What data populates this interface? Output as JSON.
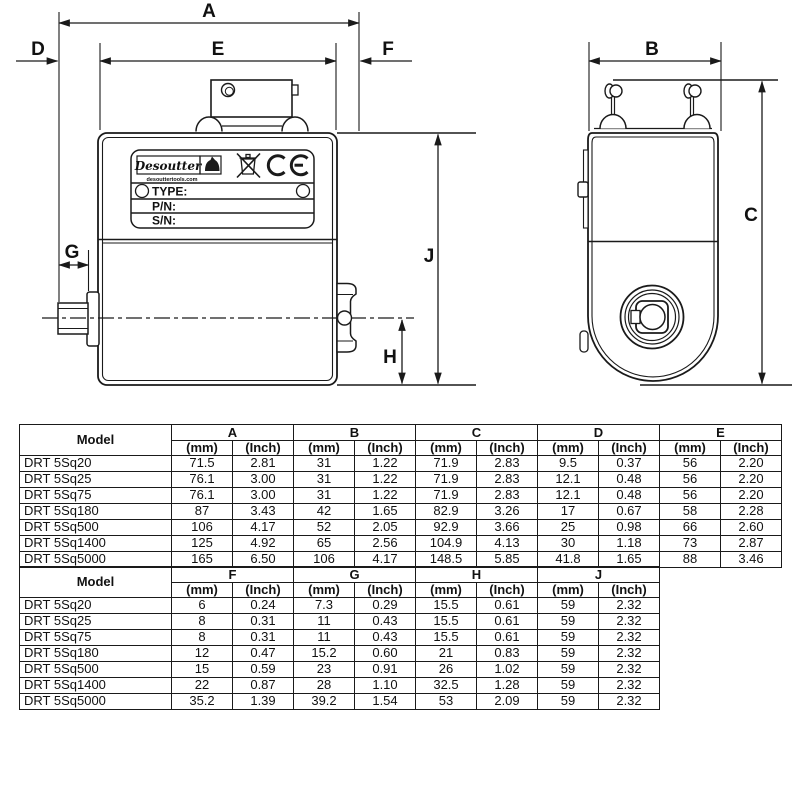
{
  "drawing": {
    "dim_labels": {
      "A": "A",
      "B": "B",
      "C": "C",
      "D": "D",
      "E": "E",
      "F": "F",
      "G": "G",
      "H": "H",
      "J": "J"
    },
    "nameplate": {
      "brand": "Desoutter",
      "website": "desouttertools.com",
      "type_label": "TYPE:",
      "pn_label": "P/N:",
      "sn_label": "S/N:",
      "icons": [
        "horse-head-logo",
        "weee-crossed-bin",
        "ce-mark"
      ]
    }
  },
  "tables": {
    "dimensions_1": {
      "model_header": "Model",
      "unit_labels": [
        "(mm)",
        "(Inch)"
      ],
      "dim_columns": [
        "A",
        "B",
        "C",
        "D",
        "E"
      ],
      "rows": [
        {
          "model": "DRT 5Sq20",
          "values": [
            "71.5",
            "2.81",
            "31",
            "1.22",
            "71.9",
            "2.83",
            "9.5",
            "0.37",
            "56",
            "2.20"
          ]
        },
        {
          "model": "DRT 5Sq25",
          "values": [
            "76.1",
            "3.00",
            "31",
            "1.22",
            "71.9",
            "2.83",
            "12.1",
            "0.48",
            "56",
            "2.20"
          ]
        },
        {
          "model": "DRT 5Sq75",
          "values": [
            "76.1",
            "3.00",
            "31",
            "1.22",
            "71.9",
            "2.83",
            "12.1",
            "0.48",
            "56",
            "2.20"
          ]
        },
        {
          "model": "DRT 5Sq180",
          "values": [
            "87",
            "3.43",
            "42",
            "1.65",
            "82.9",
            "3.26",
            "17",
            "0.67",
            "58",
            "2.28"
          ]
        },
        {
          "model": "DRT 5Sq500",
          "values": [
            "106",
            "4.17",
            "52",
            "2.05",
            "92.9",
            "3.66",
            "25",
            "0.98",
            "66",
            "2.60"
          ]
        },
        {
          "model": "DRT 5Sq1400",
          "values": [
            "125",
            "4.92",
            "65",
            "2.56",
            "104.9",
            "4.13",
            "30",
            "1.18",
            "73",
            "2.87"
          ]
        },
        {
          "model": "DRT 5Sq5000",
          "values": [
            "165",
            "6.50",
            "106",
            "4.17",
            "148.5",
            "5.85",
            "41.8",
            "1.65",
            "88",
            "3.46"
          ]
        }
      ]
    },
    "dimensions_2": {
      "model_header": "Model",
      "unit_labels": [
        "(mm)",
        "(Inch)"
      ],
      "dim_columns": [
        "F",
        "G",
        "H",
        "J"
      ],
      "rows": [
        {
          "model": "DRT 5Sq20",
          "values": [
            "6",
            "0.24",
            "7.3",
            "0.29",
            "15.5",
            "0.61",
            "59",
            "2.32"
          ]
        },
        {
          "model": "DRT 5Sq25",
          "values": [
            "8",
            "0.31",
            "11",
            "0.43",
            "15.5",
            "0.61",
            "59",
            "2.32"
          ]
        },
        {
          "model": "DRT 5Sq75",
          "values": [
            "8",
            "0.31",
            "11",
            "0.43",
            "15.5",
            "0.61",
            "59",
            "2.32"
          ]
        },
        {
          "model": "DRT 5Sq180",
          "values": [
            "12",
            "0.47",
            "15.2",
            "0.60",
            "21",
            "0.83",
            "59",
            "2.32"
          ]
        },
        {
          "model": "DRT 5Sq500",
          "values": [
            "15",
            "0.59",
            "23",
            "0.91",
            "26",
            "1.02",
            "59",
            "2.32"
          ]
        },
        {
          "model": "DRT 5Sq1400",
          "values": [
            "22",
            "0.87",
            "28",
            "1.10",
            "32.5",
            "1.28",
            "59",
            "2.32"
          ]
        },
        {
          "model": "DRT 5Sq5000",
          "values": [
            "35.2",
            "1.39",
            "39.2",
            "1.54",
            "53",
            "2.09",
            "59",
            "2.32"
          ]
        }
      ]
    }
  },
  "colors": {
    "ink": "#1a1a1a",
    "paper": "#ffffff"
  }
}
